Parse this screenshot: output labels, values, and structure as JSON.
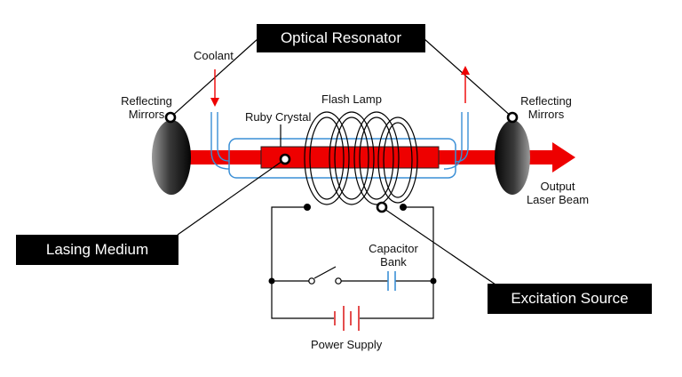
{
  "boxes": {
    "optical_resonator": "Optical Resonator",
    "lasing_medium": "Lasing Medium",
    "excitation_source": "Excitation Source"
  },
  "labels": {
    "coolant": "Coolant",
    "flash_lamp": "Flash Lamp",
    "ruby_crystal": "Ruby Crystal",
    "reflecting_mirrors_left": [
      "Reflecting",
      "Mirrors"
    ],
    "reflecting_mirrors_right": [
      "Reflecting",
      "Mirrors"
    ],
    "output_laser_beam": [
      "Output",
      "Laser Beam"
    ],
    "capacitor_bank": [
      "Capacitor",
      "Bank"
    ],
    "power_supply": "Power Supply"
  },
  "colors": {
    "laser": "#ee0000",
    "coolant_tube": "#3a8fd6",
    "capacitor": "#3a8fd6",
    "battery": "#dd2222",
    "box_bg": "#000000"
  }
}
